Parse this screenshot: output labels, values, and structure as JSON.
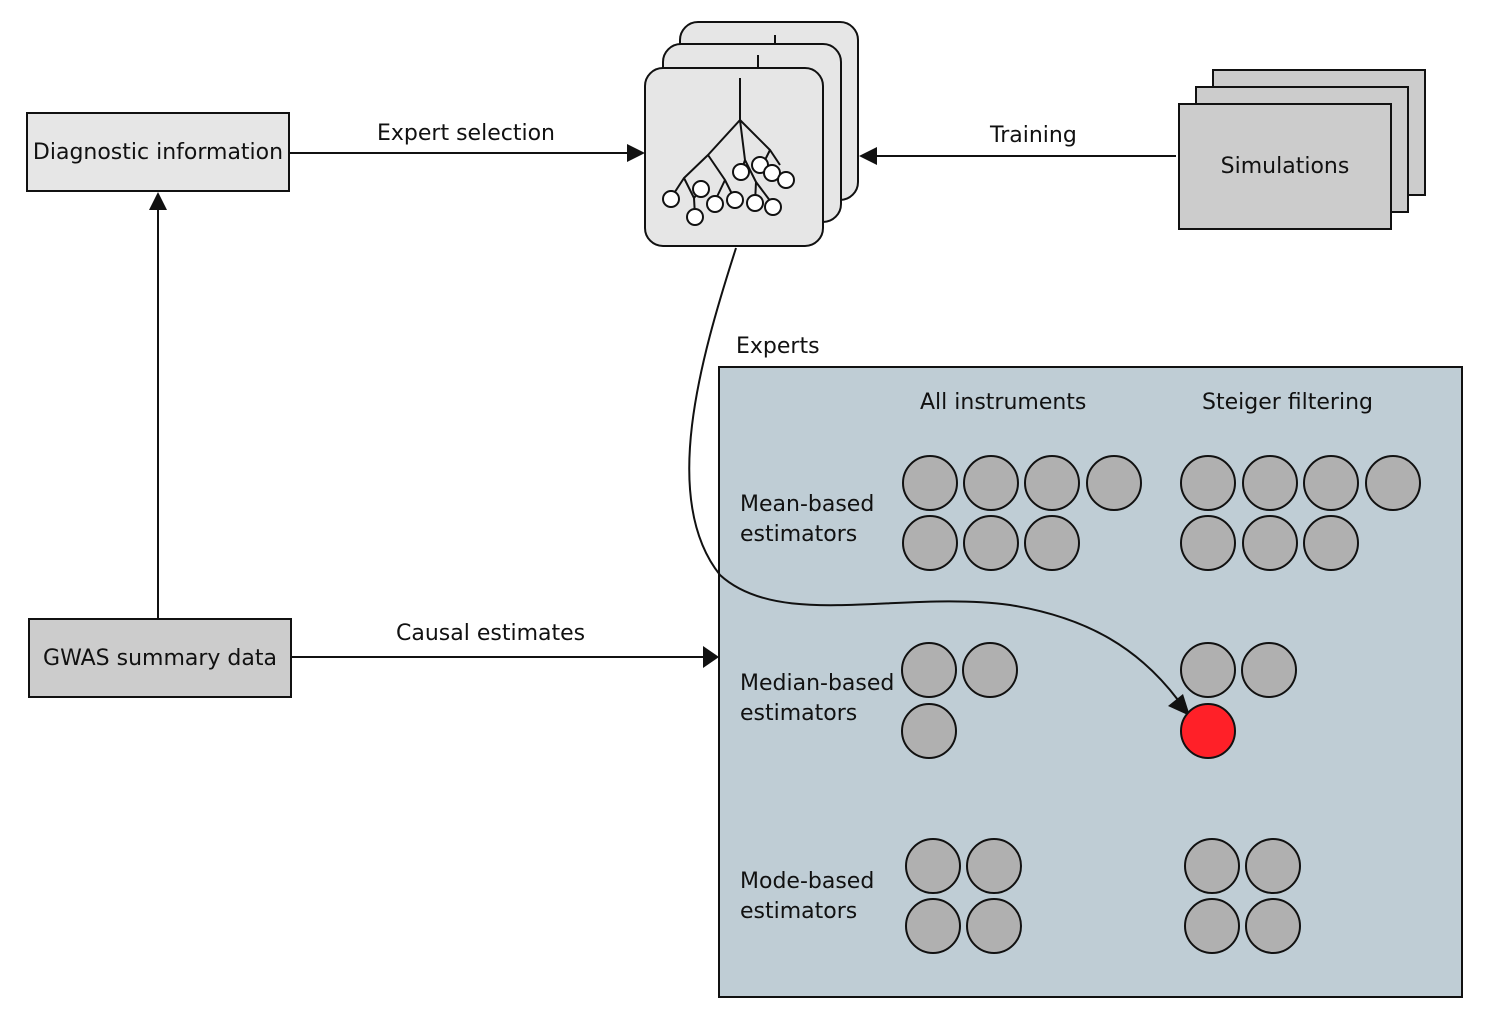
{
  "nodes": {
    "diagnostic": "Diagnostic information",
    "gwas": "GWAS summary data",
    "simulations": "Simulations"
  },
  "edges": {
    "expert_selection": "Expert selection",
    "training": "Training",
    "causal_estimates": "Causal estimates"
  },
  "experts": {
    "title": "Experts",
    "columns": [
      "All instruments",
      "Steiger filtering"
    ],
    "rows": [
      {
        "line1": "Mean-based",
        "line2": "estimators",
        "counts": [
          7,
          7
        ]
      },
      {
        "line1": "Median-based",
        "line2": "estimators",
        "counts": [
          3,
          3
        ]
      },
      {
        "line1": "Mode-based",
        "line2": "estimators",
        "counts": [
          4,
          4
        ]
      }
    ],
    "selected": {
      "row": 1,
      "column": 1,
      "index": 2
    },
    "colors": {
      "panel": "#bfcdd5",
      "estimator": "#b0b0b0",
      "selected": "#ff2028"
    }
  },
  "colors": {
    "box_light": "#e6e6e6",
    "box_dark": "#cccccc"
  }
}
